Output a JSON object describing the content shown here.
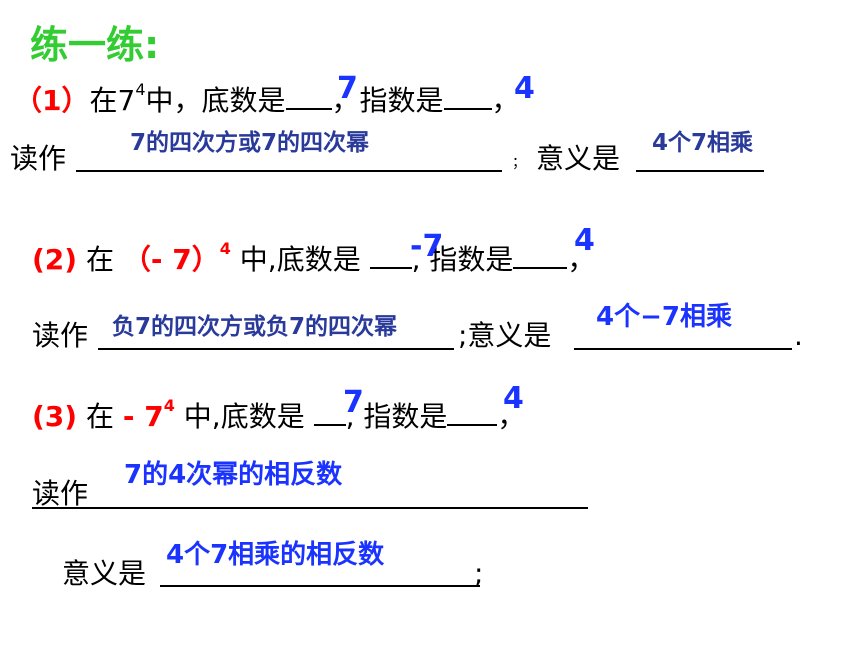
{
  "title": "练一练:",
  "q1": {
    "label": "（1）",
    "text_a": "在7",
    "exp": "4",
    "text_b": "中，底数是",
    "text_c": "，指数是",
    "text_d": "，",
    "read_label": "读作",
    "read_sep": "；",
    "meaning_label": "意义是",
    "ans_base": "7",
    "ans_exp": "4",
    "ans_read": "7的四次方或7的四次幂",
    "ans_meaning": "4个7相乘"
  },
  "q2": {
    "label": "(2)",
    "text_a": " 在 ",
    "expr": "（- 7）",
    "exp": "4",
    "text_b": " 中,底数是 ",
    "text_c": ", 指数是",
    "text_d": "，",
    "read_label": "读作",
    "read_sep": ";意义是",
    "end": ".",
    "ans_base": "-7",
    "ans_exp": "4",
    "ans_read": "负7的四次方或负7的四次幂",
    "ans_meaning": "4个−7相乘"
  },
  "q3": {
    "label": "(3)",
    "text_a": " 在 ",
    "expr": "- 7",
    "exp": "4",
    "text_b": " 中,底数是 ",
    "text_c": ", 指数是",
    "text_d": "，",
    "read_label": "读作",
    "meaning_label": "意义是",
    "end": ";",
    "ans_base": "7",
    "ans_exp": "4",
    "ans_read": "7的4次幂的相反数",
    "ans_meaning": "4个7相乘的相反数"
  }
}
